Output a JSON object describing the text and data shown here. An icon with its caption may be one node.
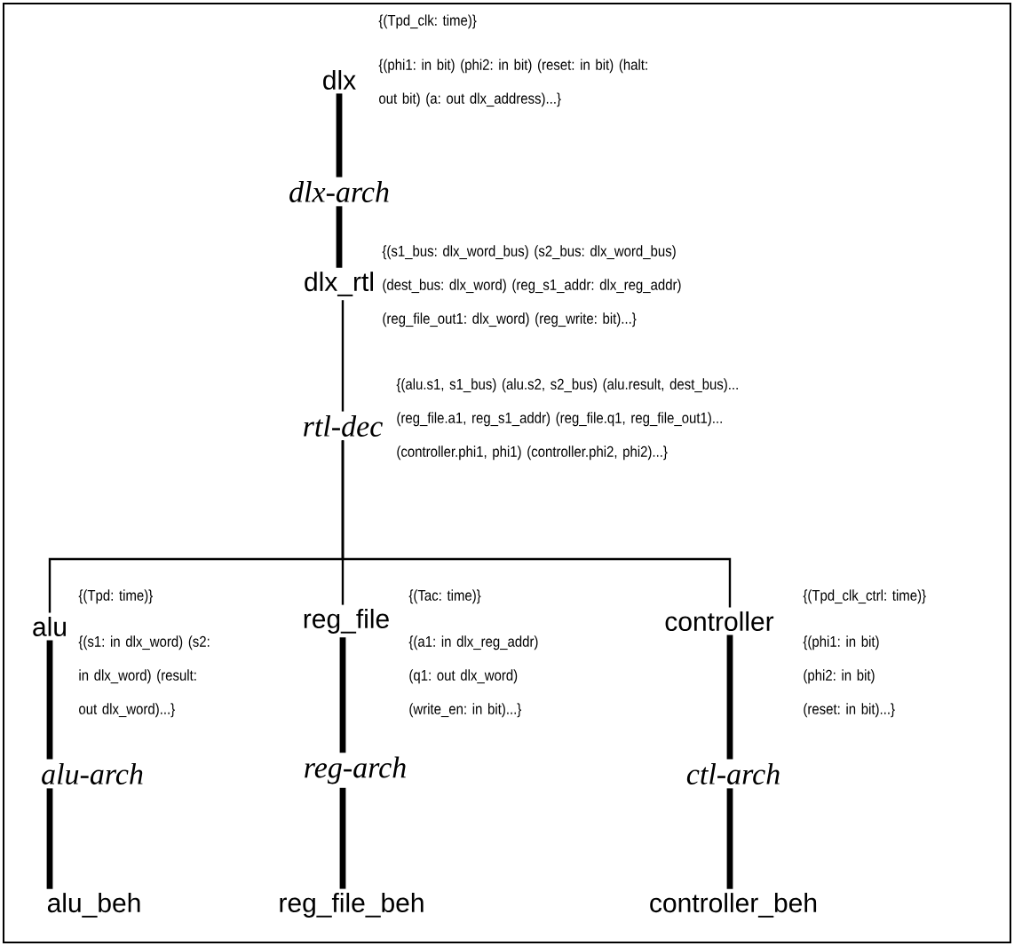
{
  "diagram": {
    "nodes": [
      {
        "text": [
          "dlx"
        ],
        "beside": [
          "{(Tpd_clk: time)}",
          "{(phi1: in bit) (phi2: in bit) (reset: in bit) (halt: out bit) (a: out dlx_address)...}"
        ]
      },
      {
        "text": [
          "dlx-arch"
        ]
      },
      {
        "text": [
          "dlx_rtl"
        ],
        "beside": [
          "{(s1_bus: dlx_word_bus) (s2_bus: dlx_word_bus) (dest_bus: dlx_word) (reg_s1_addr: dlx_reg_addr) (reg_file_out1: dlx_word) (reg_write: bit)...}"
        ]
      },
      {
        "text": [
          "rtl-dec"
        ],
        "beside": [
          "{(alu.s1, s1_bus) (alu.s2, s2_bus) (alu.result, dest_bus)... (reg_file.a1, reg_s1_addr) (reg_file.q1, reg_file_out1)... (controller.phi1, phi1) (controller.phi2, phi2)...}"
        ]
      },
      {
        "text": [
          "alu"
        ],
        "beside": [
          "{(Tpd: time)}",
          "{(s1: in dlx_word) (s2: in dlx_word) (result: out dlx_word)...}"
        ]
      },
      {
        "text": [
          "reg_file"
        ],
        "beside": [
          "{(Tac: time)}",
          "{(a1: in dlx_reg_addr) (q1: out dlx_word) (write_en: in bit)...}"
        ]
      },
      {
        "text": [
          "controller"
        ],
        "beside": [
          "{(Tpd_clk_ctrl: time)}",
          "{(phi1: in bit) (phi2: in bit) (reset: in bit)...}"
        ]
      },
      {
        "text": [
          "alu-arch"
        ]
      },
      {
        "text": [
          "reg-arch"
        ]
      },
      {
        "text": [
          "ctl-arch"
        ]
      },
      {
        "text": [
          "alu_beh"
        ]
      },
      {
        "text": [
          "reg_file_beh"
        ]
      },
      {
        "text": [
          "controller_beh"
        ]
      }
    ],
    "edges": [
      {
        "from": 0,
        "to": 1,
        "arrow": "none"
      },
      {
        "from": 1,
        "to": 2,
        "arrow": "none"
      },
      {
        "from": 2,
        "to": 3,
        "arrow": "none"
      },
      {
        "from": 3,
        "to": 4,
        "arrow": "none"
      },
      {
        "from": 3,
        "to": 5,
        "arrow": "none"
      },
      {
        "from": 3,
        "to": 6,
        "arrow": "none"
      },
      {
        "from": 4,
        "to": 7,
        "arrow": "none"
      },
      {
        "from": 5,
        "to": 8,
        "arrow": "none"
      },
      {
        "from": 6,
        "to": 9,
        "arrow": "none"
      },
      {
        "from": 7,
        "to": 10,
        "arrow": "none"
      },
      {
        "from": 8,
        "to": 11,
        "arrow": "none"
      },
      {
        "from": 9,
        "to": 12,
        "arrow": "none"
      }
    ]
  }
}
